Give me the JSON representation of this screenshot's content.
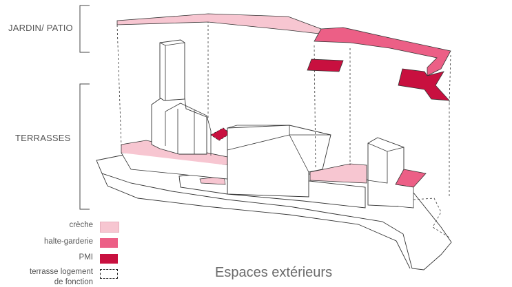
{
  "sections": {
    "jardin_patio": "JARDIN/ PATIO",
    "terrasses": "TERRASSES"
  },
  "legend": [
    {
      "label": "crèche",
      "color": "#f7c6d1",
      "style": "fill"
    },
    {
      "label": "halte-garderie",
      "color": "#ec5f86",
      "style": "fill"
    },
    {
      "label": "PMI",
      "color": "#c8103f",
      "style": "fill"
    },
    {
      "label_line1": "terrasse logement",
      "label_line2": "de fonction",
      "color": "#222222",
      "style": "dashed"
    }
  ],
  "caption": "Espaces extérieurs",
  "colors": {
    "creche": "#f7c6d1",
    "halte_garderie": "#ec5f86",
    "pmi": "#c8103f",
    "line": "#333333"
  }
}
